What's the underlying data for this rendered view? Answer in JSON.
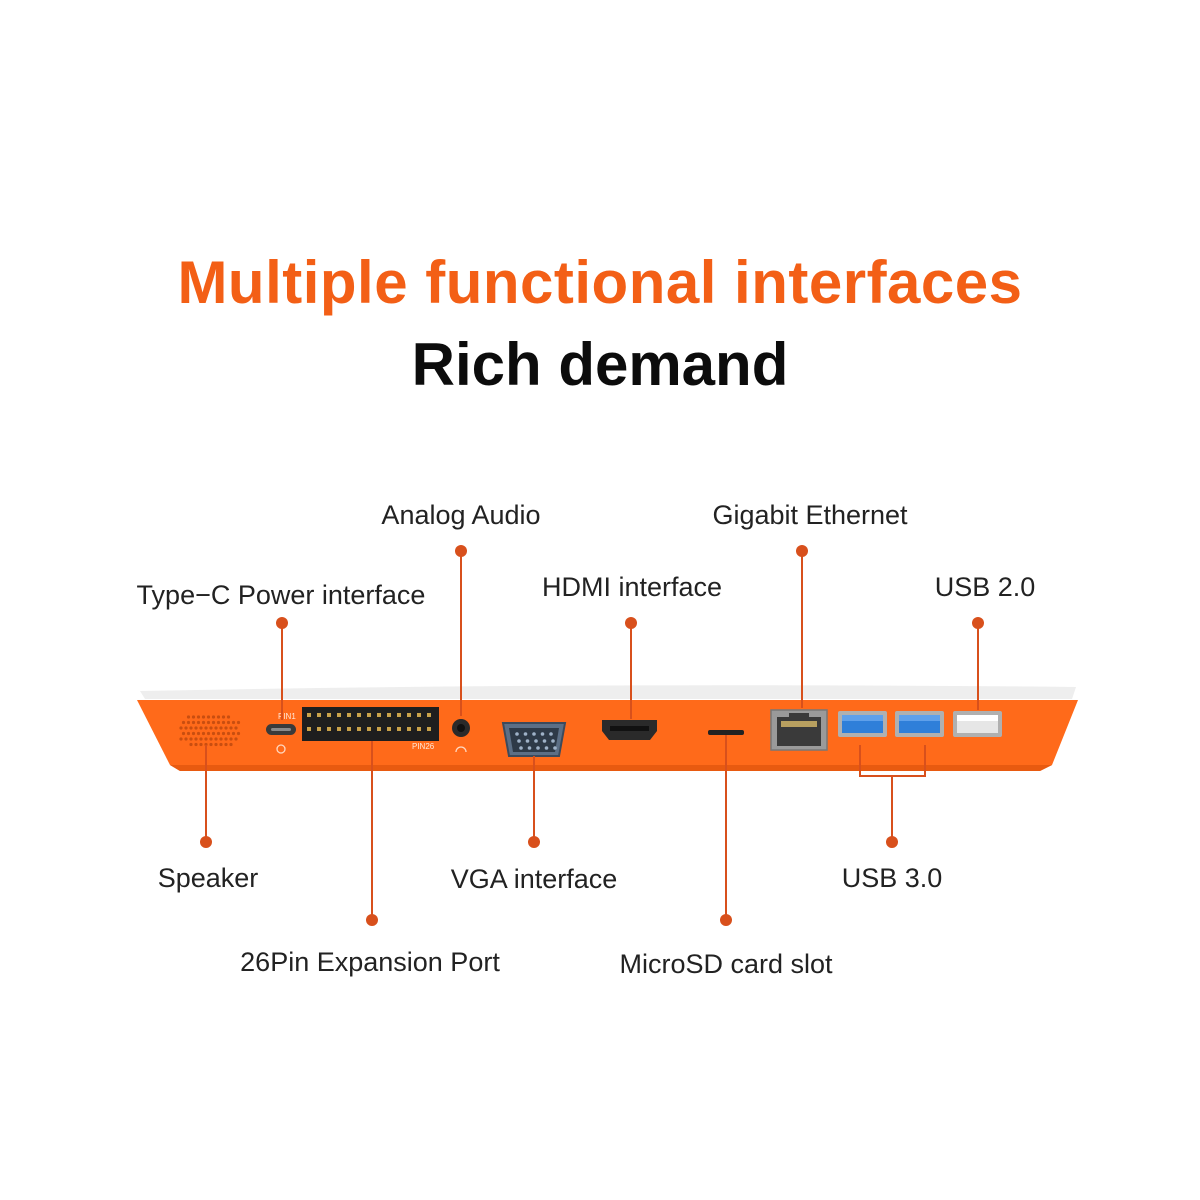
{
  "heading": {
    "title": "Multiple functional interfaces",
    "subtitle": "Rich demand"
  },
  "colors": {
    "accent": "#f35f16",
    "device_body": "#ff6a1a",
    "device_top": "#f2f2f2",
    "callout_line": "#d8501c",
    "port_dark": "#2a2a2a",
    "usb3_blue": "#2f7fd9"
  },
  "labels": {
    "analog_audio": "Analog Audio",
    "gigabit_ethernet": "Gigabit Ethernet",
    "type_c_power": "Type−C Power interface",
    "hdmi": "HDMI interface",
    "usb2": "USB 2.0",
    "speaker": "Speaker",
    "vga": "VGA interface",
    "usb3": "USB 3.0",
    "expansion_port": "26Pin Expansion Port",
    "microsd": "MicroSD card slot"
  },
  "device_markings": {
    "pin1": "PIN1",
    "pin26": "PIN26"
  }
}
